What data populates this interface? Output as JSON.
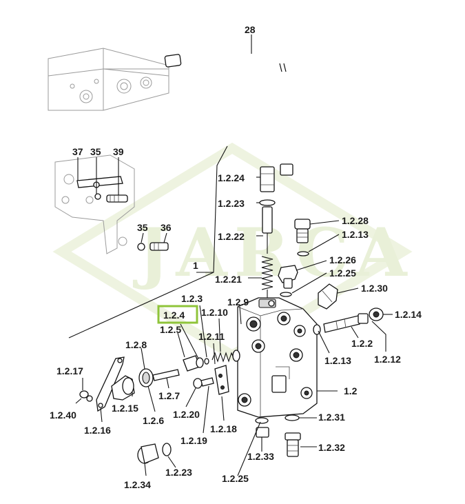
{
  "watermark": "JARCA",
  "highlight_color": "#8fc43a",
  "highlighted_label": "1.2.4",
  "labels": [
    {
      "key": "28",
      "text": "28"
    },
    {
      "key": "37",
      "text": "37"
    },
    {
      "key": "35a",
      "text": "35"
    },
    {
      "key": "39",
      "text": "39"
    },
    {
      "key": "35b",
      "text": "35"
    },
    {
      "key": "36",
      "text": "36"
    },
    {
      "key": "1",
      "text": "1"
    },
    {
      "key": "1.2.24",
      "text": "1.2.24"
    },
    {
      "key": "1.2.23a",
      "text": "1.2.23"
    },
    {
      "key": "1.2.22",
      "text": "1.2.22"
    },
    {
      "key": "1.2.21",
      "text": "1.2.21"
    },
    {
      "key": "1.2.28",
      "text": "1.2.28"
    },
    {
      "key": "1.2.13a",
      "text": "1.2.13"
    },
    {
      "key": "1.2.26",
      "text": "1.2.26"
    },
    {
      "key": "1.2.25a",
      "text": "1.2.25"
    },
    {
      "key": "1.2.30",
      "text": "1.2.30"
    },
    {
      "key": "1.2.3",
      "text": "1.2.3"
    },
    {
      "key": "1.2.9",
      "text": "1.2.9"
    },
    {
      "key": "1.2.4",
      "text": "1.2.4"
    },
    {
      "key": "1.2.10",
      "text": "1.2.10"
    },
    {
      "key": "1.2.14",
      "text": "1.2.14"
    },
    {
      "key": "1.2.5",
      "text": "1.2.5"
    },
    {
      "key": "1.2.11",
      "text": "1.2.11"
    },
    {
      "key": "1.2.2",
      "text": "1.2.2"
    },
    {
      "key": "1.2.8",
      "text": "1.2.8"
    },
    {
      "key": "1.2.13b",
      "text": "1.2.13"
    },
    {
      "key": "1.2.12",
      "text": "1.2.12"
    },
    {
      "key": "1.2.17",
      "text": "1.2.17"
    },
    {
      "key": "1.2",
      "text": "1.2"
    },
    {
      "key": "1.2.7",
      "text": "1.2.7"
    },
    {
      "key": "1.2.15",
      "text": "1.2.15"
    },
    {
      "key": "1.2.40",
      "text": "1.2.40"
    },
    {
      "key": "1.2.6",
      "text": "1.2.6"
    },
    {
      "key": "1.2.20",
      "text": "1.2.20"
    },
    {
      "key": "1.2.31",
      "text": "1.2.31"
    },
    {
      "key": "1.2.16",
      "text": "1.2.16"
    },
    {
      "key": "1.2.18",
      "text": "1.2.18"
    },
    {
      "key": "1.2.19",
      "text": "1.2.19"
    },
    {
      "key": "1.2.32",
      "text": "1.2.32"
    },
    {
      "key": "1.2.33",
      "text": "1.2.33"
    },
    {
      "key": "1.2.23b",
      "text": "1.2.23"
    },
    {
      "key": "1.2.34",
      "text": "1.2.34"
    },
    {
      "key": "1.2.25b",
      "text": "1.2.25"
    }
  ]
}
